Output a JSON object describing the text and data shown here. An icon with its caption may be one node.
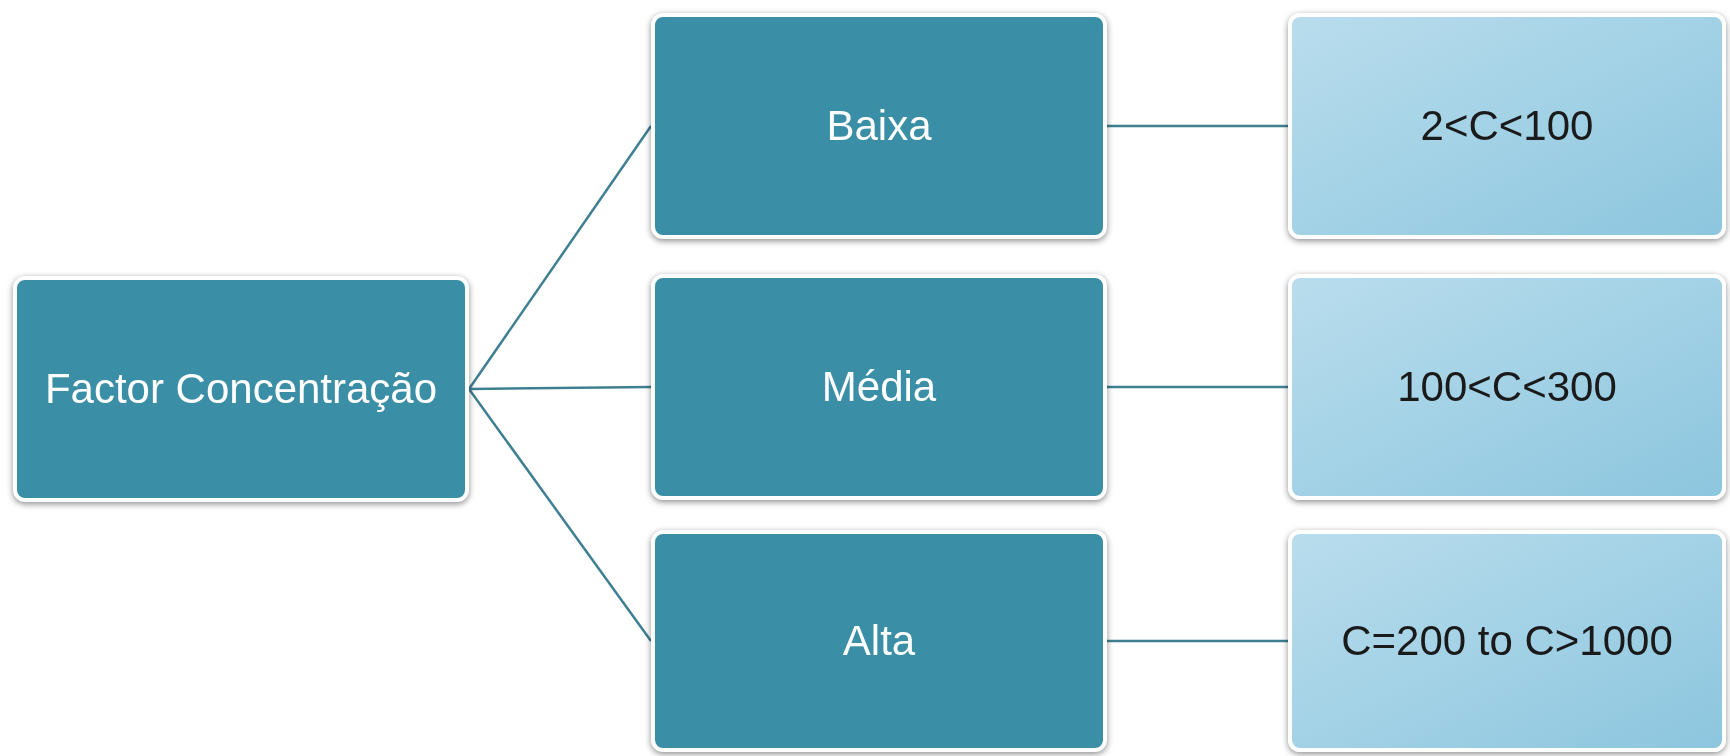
{
  "diagram": {
    "nodes": [
      {
        "text": [
          "Factor Concentração"
        ]
      },
      {
        "text": [
          "Baixa"
        ]
      },
      {
        "text": [
          "Média"
        ]
      },
      {
        "text": [
          "Alta"
        ]
      },
      {
        "text": [
          "2<C<100"
        ]
      },
      {
        "text": [
          "100<C<300"
        ]
      },
      {
        "text": [
          "C=200 to C>1000"
        ]
      }
    ],
    "edges": [
      {
        "from": 0,
        "to": 1,
        "arrow": "none"
      },
      {
        "from": 0,
        "to": 2,
        "arrow": "none"
      },
      {
        "from": 0,
        "to": 3,
        "arrow": "none"
      },
      {
        "from": 1,
        "to": 4,
        "arrow": "none"
      },
      {
        "from": 2,
        "to": 5,
        "arrow": "none"
      },
      {
        "from": 3,
        "to": 6,
        "arrow": "none"
      }
    ]
  }
}
